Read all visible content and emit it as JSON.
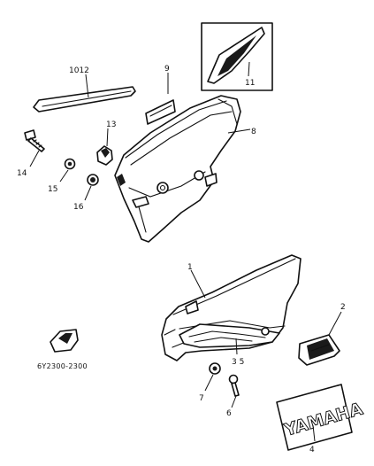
{
  "callouts": {
    "c1012": "1012",
    "c9": "9",
    "c11": "11",
    "c13": "13",
    "c8": "8",
    "c14": "14",
    "c15": "15",
    "c16": "16",
    "c1": "1",
    "c2": "2",
    "c35": "3 5",
    "c7": "7",
    "c6": "6",
    "c4": "4"
  },
  "part_code": "6Y2300-2300",
  "emblem_text": "YAMAHA"
}
